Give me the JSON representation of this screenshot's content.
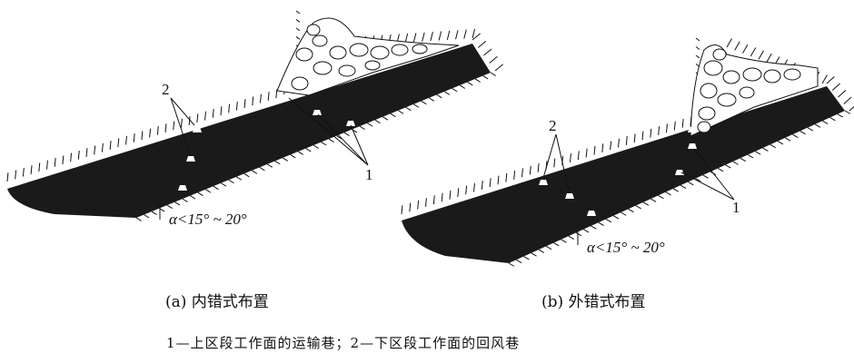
{
  "panel_a": {
    "caption": "(a) 内错式布置",
    "label_2": "2",
    "label_1": "1",
    "angle_text": "α<15° ~ 20°"
  },
  "panel_b": {
    "caption": "(b) 外错式布置",
    "label_2": "2",
    "label_1": "1",
    "angle_text": "α<15° ~ 20°"
  },
  "legend": "1—上区段工作面的运输巷；2—下区段工作面的回风巷",
  "colors": {
    "seam": "#1a1a1a",
    "line": "#111111"
  }
}
